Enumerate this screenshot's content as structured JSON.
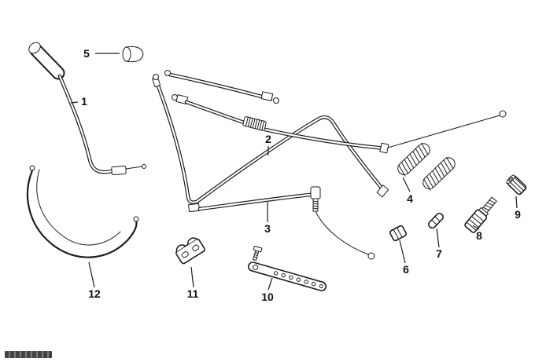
{
  "diagram": {
    "background_color": "#ffffff",
    "line_color": "#1c1c1c",
    "parts": [
      {
        "label": "1"
      },
      {
        "label": "2"
      },
      {
        "label": "3"
      },
      {
        "label": "4"
      },
      {
        "label": "5"
      },
      {
        "label": "6"
      },
      {
        "label": "7"
      },
      {
        "label": "8"
      },
      {
        "label": "9"
      },
      {
        "label": "10"
      },
      {
        "label": "11"
      },
      {
        "label": "12"
      }
    ]
  }
}
